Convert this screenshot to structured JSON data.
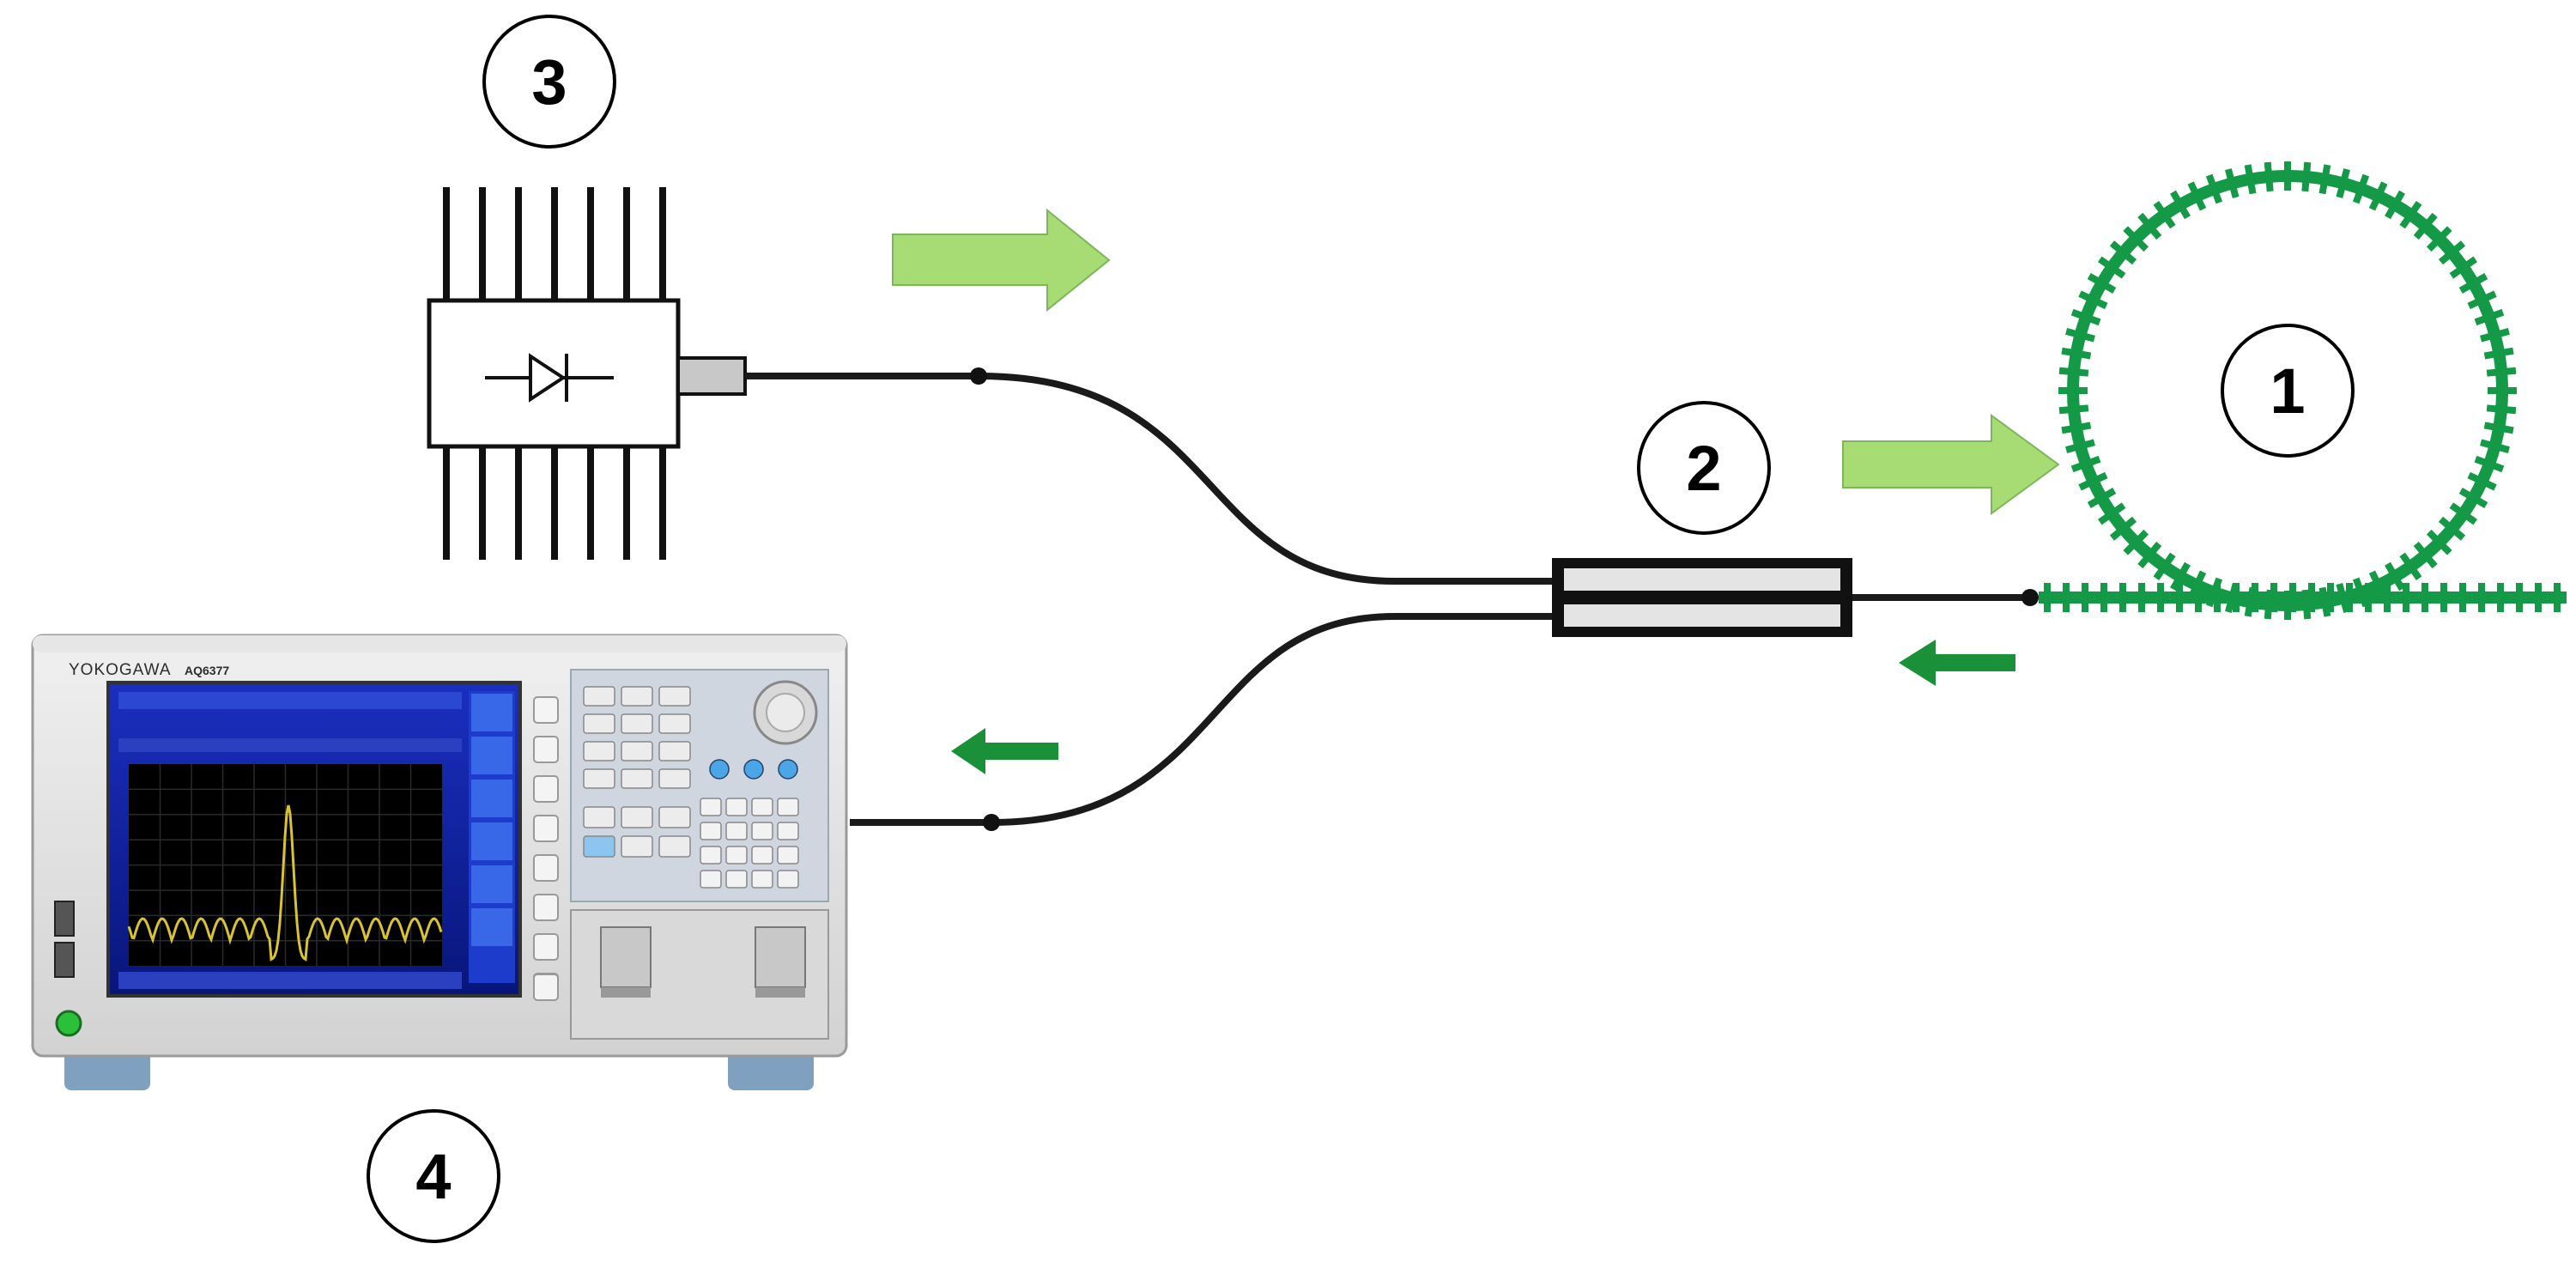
{
  "labels": {
    "fiber_ring": "1",
    "coupler": "2",
    "pump_laser": "3",
    "analyzer": "4"
  },
  "osa": {
    "brand": "YOKOGAWA",
    "model": "AQ6377"
  },
  "colors": {
    "fiber_green": "#149a46",
    "arrow_light": "#a6dc73",
    "arrow_dark": "#1a9138",
    "line": "#1a1a1a",
    "screen": "#0a1ea0",
    "trace": "#d8c430"
  },
  "icons": [
    "diode-icon",
    "forward-arrow-icon",
    "backward-arrow-icon"
  ]
}
